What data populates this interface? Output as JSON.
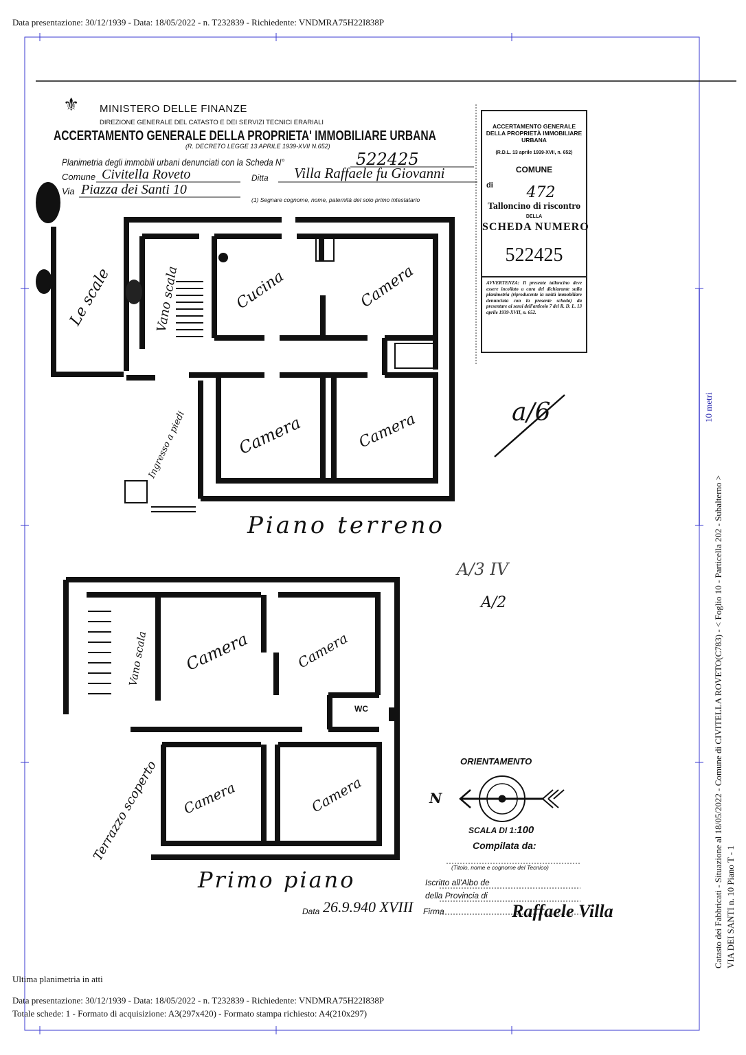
{
  "header": {
    "line": "Data presentazione: 30/12/1939 - Data: 18/05/2022 - n. T232839 - Richiedente: VNDMRA75H22I838P"
  },
  "form": {
    "ministry": "MINISTERO DELLE FINANZE",
    "direction": "DIREZIONE GENERALE DEL CATASTO E DEI SERVIZI TECNICI ERARIALI",
    "title": "ACCERTAMENTO GENERALE DELLA PROPRIETA' IMMOBILIARE URBANA",
    "decree": "(R. DECRETO LEGGE 13 APRILE 1939-XVII N.652)",
    "planimetria_label": "Planimetria degli immobili urbani denunciati con la Scheda N°",
    "scheda_number": "522425",
    "comune_label": "Comune",
    "comune_value": "Civitella Roveto",
    "ditta_label": "Ditta",
    "ditta_value": "Villa Raffaele fu Giovanni",
    "via_label": "Via",
    "via_value": "Piazza dei Santi 10",
    "note": "(1) Segnare cognome, nome, paternità del solo primo intestatario"
  },
  "talloncino": {
    "title": "ACCERTAMENTO GENERALE DELLA PROPRIETÀ IMMOBILIARE URBANA",
    "rdl": "(R.D.L. 13 aprile 1939-XVII, n. 652)",
    "comune": "COMUNE",
    "di": "di",
    "di_value": "472",
    "riscontro": "Talloncino di riscontro",
    "della": "DELLA",
    "scheda": "SCHEDA NUMERO",
    "number": "522425",
    "avvertenza": "AVVERTENZA: Il presente talloncino deve essere incollato a cura del dichiarante sulla planimetria (riproducente la unità immobiliare denunciata con la presente scheda) da presentare ai sensi dell'articolo 7 del R. D. L. 13 aprile 1939-XVII, n. 652."
  },
  "plan": {
    "ground_floor_title": "Piano terreno",
    "first_floor_title": "Primo piano",
    "ground_rooms": [
      "Le scale",
      "Vano scala",
      "Cucina",
      "Camera",
      "Ingresso a piedi",
      "Camera",
      "Camera"
    ],
    "first_rooms": [
      "Vano scala",
      "Camera",
      "Camera",
      "WC",
      "Terrazzo scoperto",
      "Camera",
      "Camera"
    ],
    "fraction": "a/6",
    "category": "A/3 IV",
    "category2": "A/2"
  },
  "legend": {
    "orientamento": "ORIENTAMENTO",
    "north": "N",
    "scala_label": "SCALA DI 1:",
    "scala_value": "100",
    "compilata": "Compilata da:",
    "titolo": "(Titolo, nome e cognome del Tecnico)",
    "iscritto": "Iscritto all'Albo de",
    "provincia": "della Provincia di",
    "data_label": "Data",
    "data_value": "26.9.940 XVIII",
    "firma_label": "Firma",
    "firma": "Raffaele Villa"
  },
  "side": {
    "scale_bar": "10 metri",
    "line1": "Catasto dei Fabbricati - Situazione al 18/05/2022 - Comune di CIVITELLA ROVETO(C783) - < Foglio 10 - Particella  202 - Subalterno  >",
    "line2": "VIA DEI SANTI n. 10 Piano T - 1"
  },
  "footer": {
    "ultima": "Ultima planimetria in atti",
    "line1": "Data presentazione: 30/12/1939 - Data: 18/05/2022 - n. T232839 - Richiedente: VNDMRA75H22I838P",
    "line2": "Totale schede: 1 - Formato di acquisizione: A3(297x420)  - Formato stampa richiesto: A4(210x297)"
  }
}
